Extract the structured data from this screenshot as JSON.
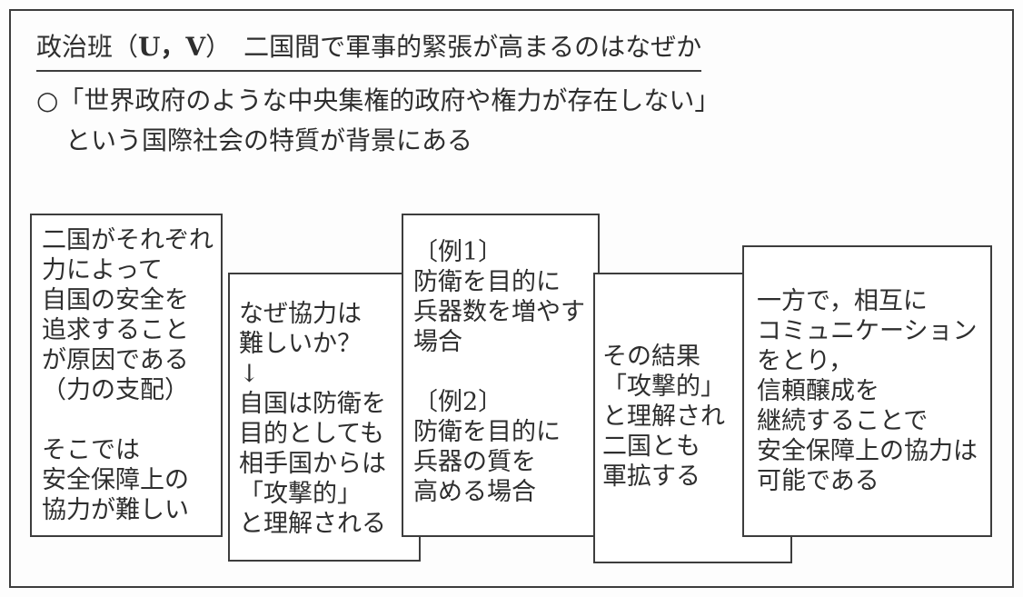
{
  "page": {
    "title": {
      "part1": "政治班（",
      "group": "U，V",
      "part2": "）　二国間で軍事的緊張が高まるのはなぜか"
    },
    "premise": {
      "line1": "○「世界政府のような中央集権的政府や権力が存在しない」",
      "line2": "という国際社会の特質が背景にある"
    },
    "boxes": [
      {
        "id": "cause",
        "text": "二国がそれぞれ\n力によって\n自国の安全を\n追求すること\nが原因である\n（力の支配）\n\nそこでは\n安全保障上の\n協力が難しい"
      },
      {
        "id": "why-cooperation-difficult",
        "question": "なぜ協力は\n難しいか？",
        "arrow": "↓",
        "answer": "自国は防衛を\n目的としても\n相手国からは\n「攻撃的」\nと理解される"
      },
      {
        "id": "examples",
        "text": "〔例1〕\n防衛を目的に\n兵器数を増やす\n場合\n\n〔例2〕\n防衛を目的に\n兵器の質を\n高める場合"
      },
      {
        "id": "result",
        "text": "その結果\n「攻撃的」\nと理解され\n二国とも\n軍拡する"
      },
      {
        "id": "mutual-communication",
        "text": "一方で，相互に\nコミュニケーション\nをとり，\n信頼醸成を\n継続することで\n安全保障上の協力は\n可能である"
      }
    ],
    "colors": {
      "border": "#3d3d3d",
      "text": "#2e2e2e",
      "background": "#ffffff"
    }
  }
}
